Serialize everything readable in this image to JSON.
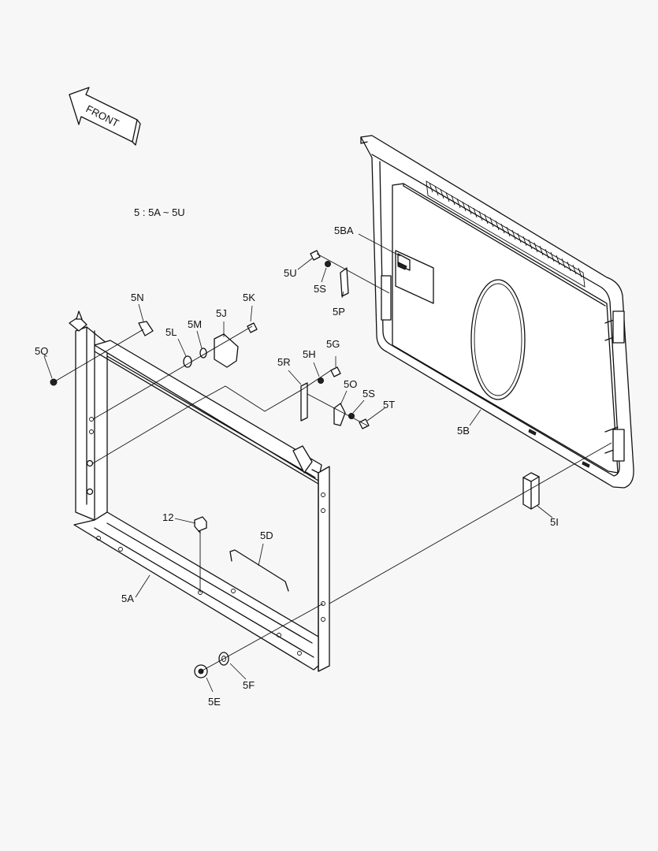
{
  "front_arrow": {
    "label": "FRONT"
  },
  "note": "5 : 5A ~ 5U",
  "callouts": [
    {
      "id": "5A",
      "label": "5A"
    },
    {
      "id": "5B",
      "label": "5B"
    },
    {
      "id": "5BA",
      "label": "5BA"
    },
    {
      "id": "5D",
      "label": "5D"
    },
    {
      "id": "5E",
      "label": "5E"
    },
    {
      "id": "5F",
      "label": "5F"
    },
    {
      "id": "5G",
      "label": "5G"
    },
    {
      "id": "5H",
      "label": "5H"
    },
    {
      "id": "5I",
      "label": "5I"
    },
    {
      "id": "5J",
      "label": "5J"
    },
    {
      "id": "5K",
      "label": "5K"
    },
    {
      "id": "5L",
      "label": "5L"
    },
    {
      "id": "5M",
      "label": "5M"
    },
    {
      "id": "5N",
      "label": "5N"
    },
    {
      "id": "5O",
      "label": "5O"
    },
    {
      "id": "5P",
      "label": "5P"
    },
    {
      "id": "5Q",
      "label": "5Q"
    },
    {
      "id": "5R",
      "label": "5R"
    },
    {
      "id": "5S_upper",
      "label": "5S"
    },
    {
      "id": "5S_lower",
      "label": "5S"
    },
    {
      "id": "5T",
      "label": "5T"
    },
    {
      "id": "5U",
      "label": "5U"
    },
    {
      "id": "12",
      "label": "12"
    }
  ]
}
